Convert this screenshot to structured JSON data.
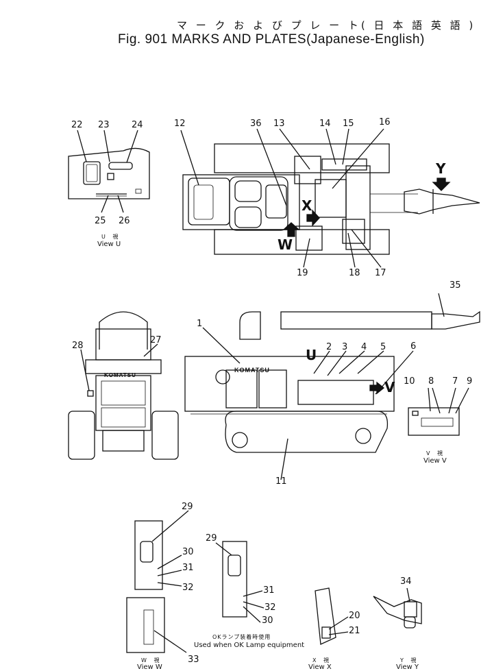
{
  "header": {
    "title_jp": "マ ー ク お よ び プ レ ー ト",
    "title_jp_paren": "( 日 本 語  英 語 )",
    "title_en": "Fig. 901 MARKS AND PLATES",
    "title_en_paren": "(Japanese-English)"
  },
  "callouts": {
    "c1": "1",
    "c2": "2",
    "c3": "3",
    "c4": "4",
    "c5": "5",
    "c6": "6",
    "c7": "7",
    "c8": "8",
    "c9": "9",
    "c10": "10",
    "c11": "11",
    "c12": "12",
    "c13": "13",
    "c14": "14",
    "c15": "15",
    "c16": "16",
    "c17": "17",
    "c18": "18",
    "c19": "19",
    "c20": "20",
    "c21": "21",
    "c22": "22",
    "c23": "23",
    "c24": "24",
    "c25": "25",
    "c26": "26",
    "c27": "27",
    "c28": "28",
    "c29": "29",
    "c29b": "29",
    "c30": "30",
    "c30b": "30",
    "c31": "31",
    "c31b": "31",
    "c32": "32",
    "c32b": "32",
    "c33": "33",
    "c34": "34",
    "c35": "35",
    "c36": "36"
  },
  "view_letters": {
    "u": "U",
    "v": "V",
    "w": "W",
    "x": "X",
    "y": "Y"
  },
  "views": {
    "u_jp": "U  視",
    "u_en": "View U",
    "v_jp": "V  視",
    "v_en": "View V",
    "w_jp": "W  視",
    "w_en": "View W",
    "x_jp": "X  視",
    "x_en": "View X",
    "y_jp": "Y  視",
    "y_en": "View Y"
  },
  "brand_text": "KOMATSU",
  "ok_lamp_note_jp": "OKランプ装着時使用",
  "ok_lamp_note_en": "Used when OK Lamp equipment"
}
